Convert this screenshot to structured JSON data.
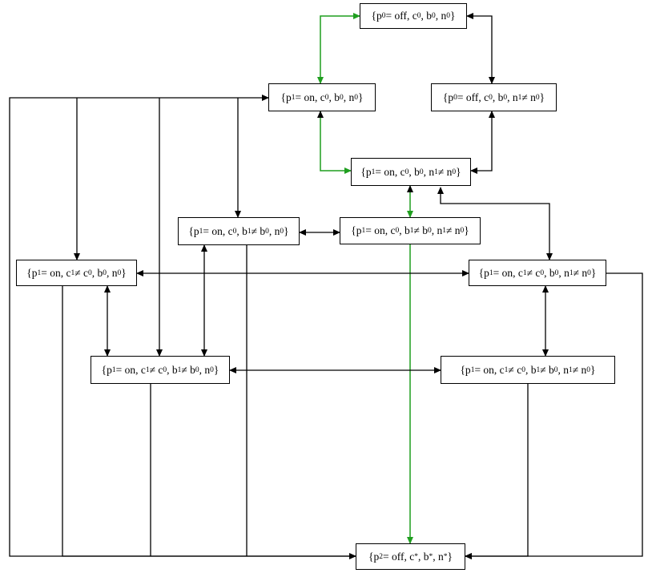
{
  "nodes": {
    "n_top": "{p0 = off, c0, b0, n0}",
    "n_p1": "{p1 = on, c0, b0, n0}",
    "n_off_n": "{p0 = off, c0, b0, n1 ≠ n0}",
    "n_p1_n": "{p1 = on, c0, b0, n1 ≠ n0}",
    "n_p1_b": "{p1 = on, c0, b1 ≠ b0, n0}",
    "n_p1_bn": "{p1 = on, c0, b1 ≠ b0, n1 ≠ n0}",
    "n_p1_c": "{p1 = on, c1≠ c0, b0, n0}",
    "n_p1_cn": "{p1 = on, c1 ≠ c0, b0, n1 ≠ n0}",
    "n_p1_cb": "{p1 = on, c1 ≠ c0, b1 ≠ b0, n0}",
    "n_p1_cbn": "{p1 = on, c1 ≠ c0, b1 ≠ b0, n1 ≠ n0}",
    "n_end": "{p2 = off, c*, b*, n*}"
  },
  "colors": {
    "edge": "#000000",
    "highlight": "#1f9e1f"
  }
}
